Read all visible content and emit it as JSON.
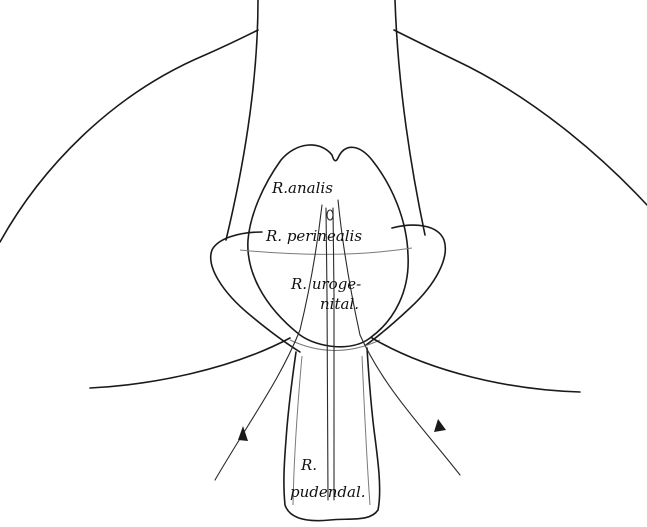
{
  "labels": {
    "r_analis": "R.analis",
    "r_perinealis": "R. perinealis",
    "r_urogenital_1": "R. uroge-",
    "r_urogenital_2": "nital.",
    "r_pudendal_1": "R.",
    "r_pudendal_2": "pudendal."
  },
  "colors": {
    "ink": "#1a1a1a",
    "paper": "#ffffff"
  }
}
